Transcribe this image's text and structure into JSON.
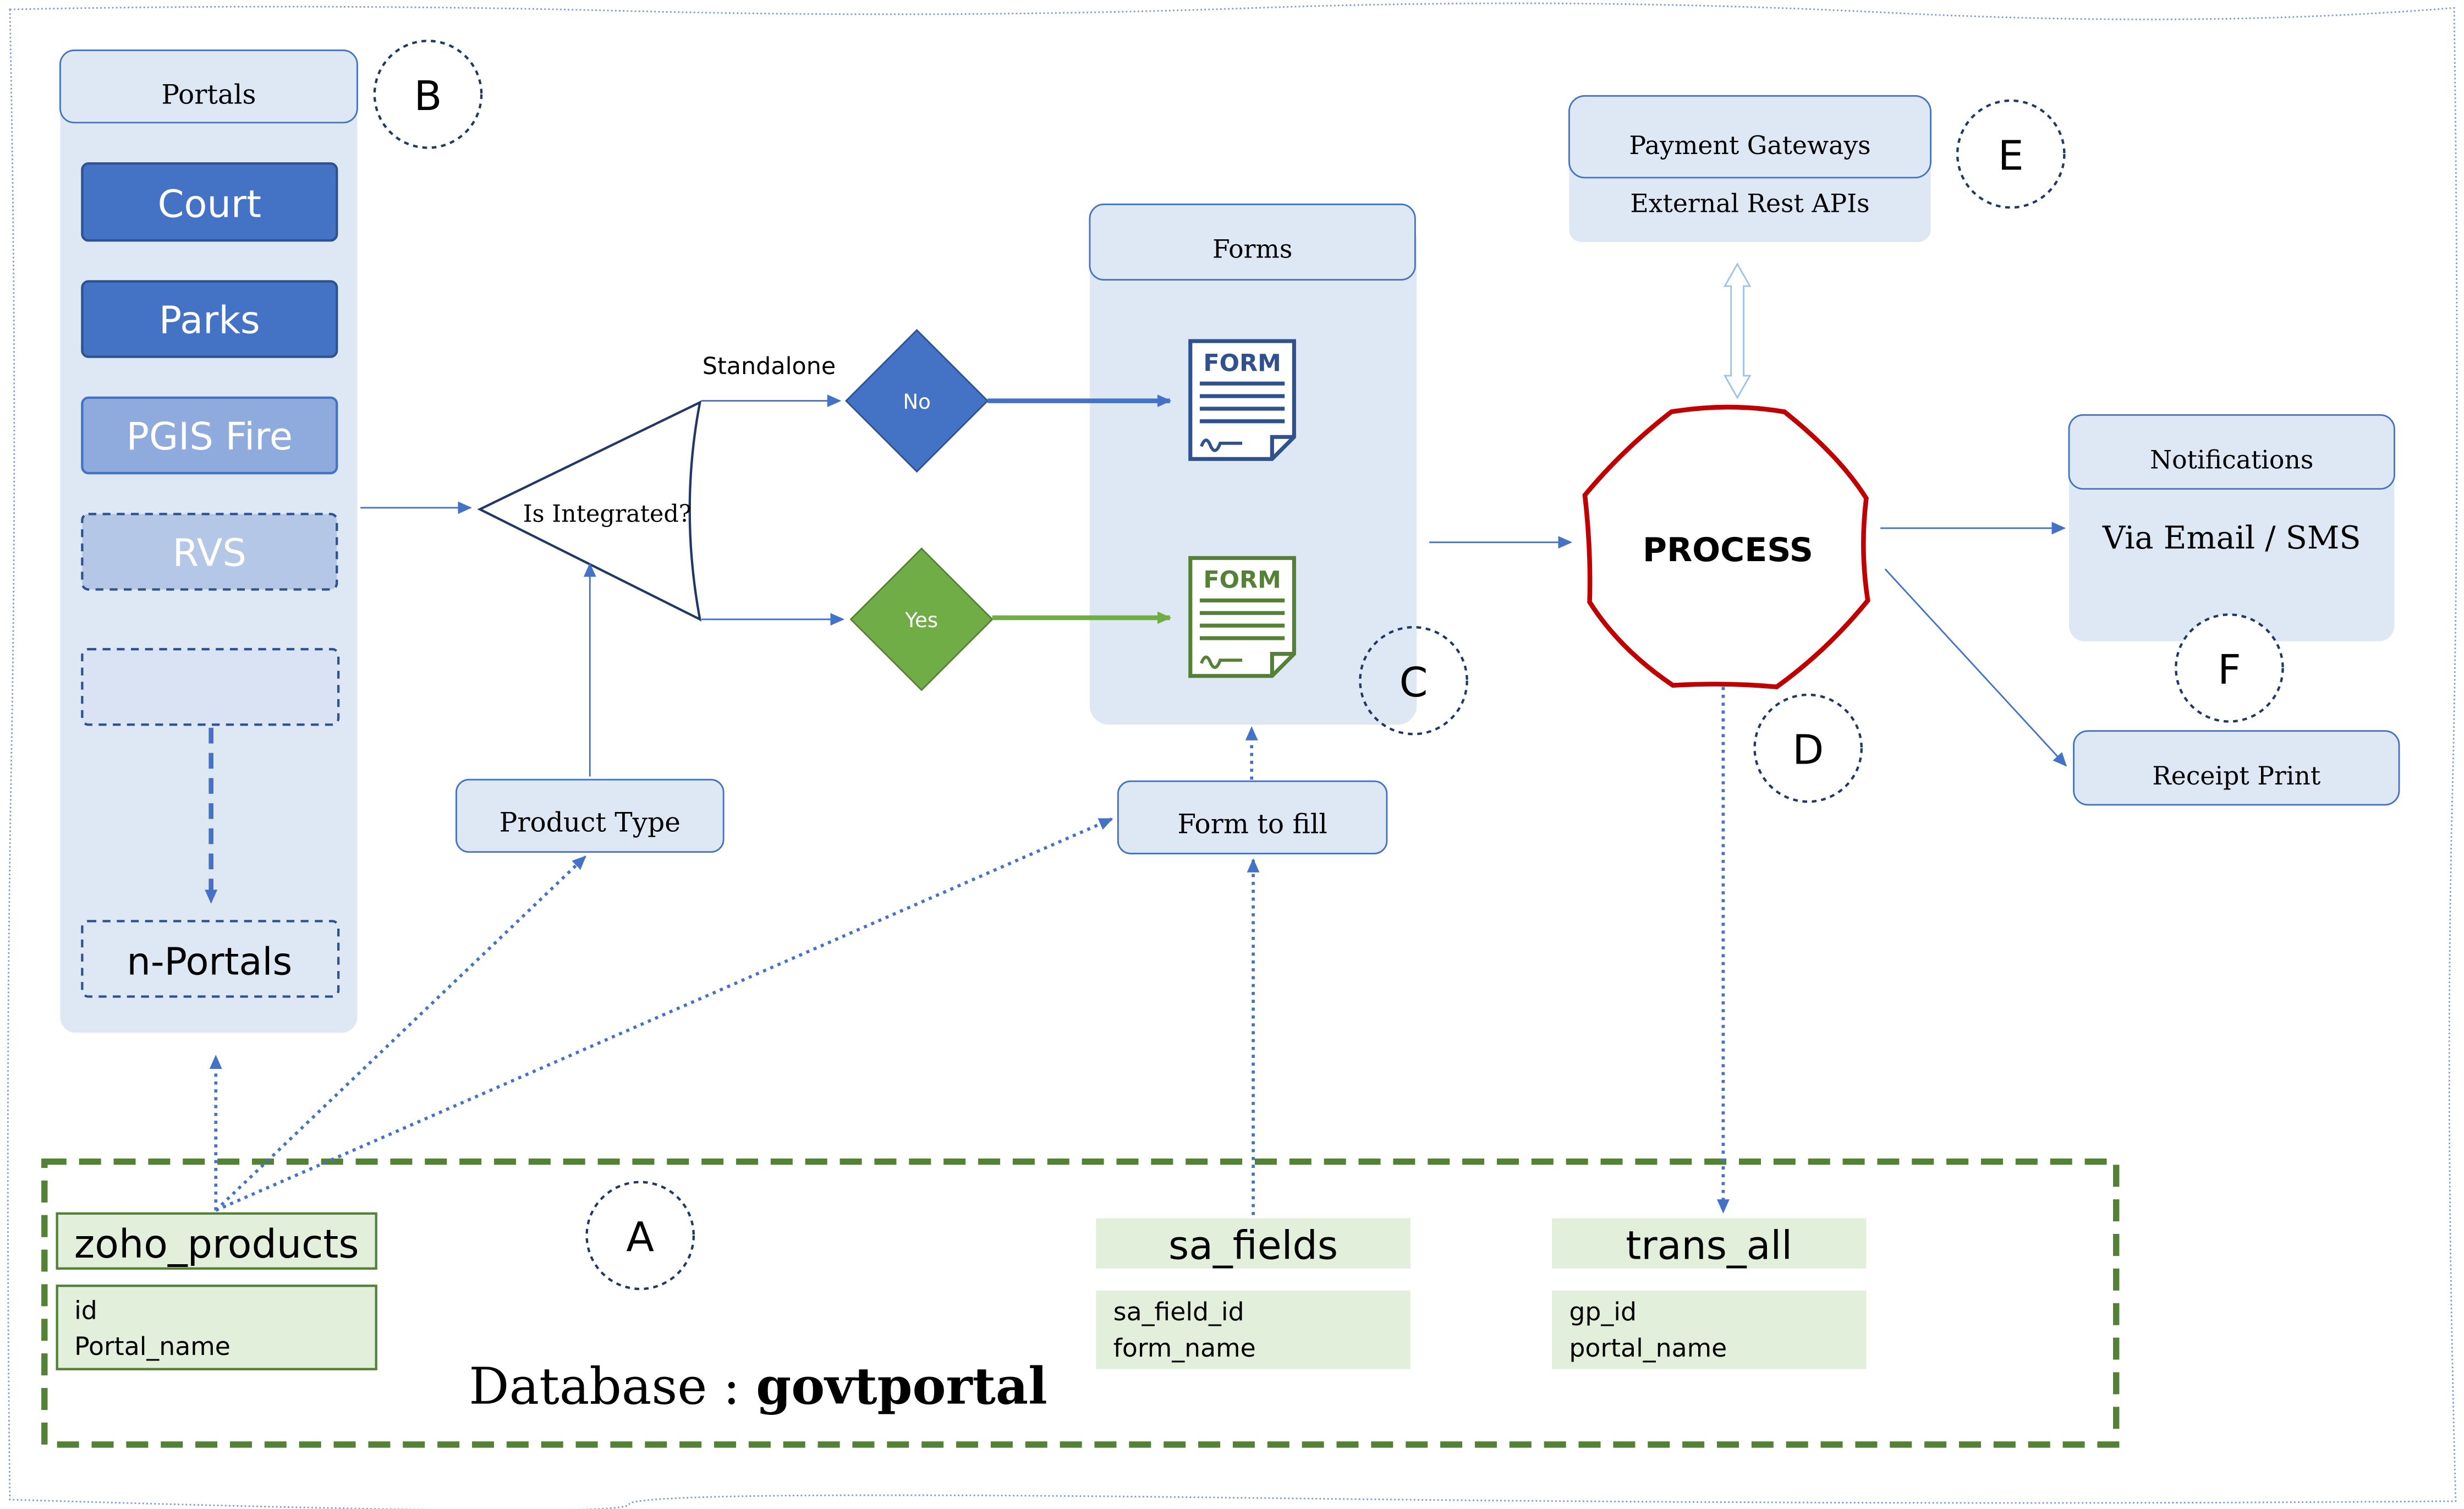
{
  "portals": {
    "header": "Portals",
    "items": [
      "Court",
      "Parks",
      "PGIS Fire",
      "RVS"
    ],
    "n_portals": "n-Portals"
  },
  "markers": {
    "a": "A",
    "b": "B",
    "c": "C",
    "d": "D",
    "e": "E",
    "f": "F"
  },
  "decision": {
    "question": "Is Integrated?",
    "standalone_label": "Standalone",
    "no_label": "No",
    "yes_label": "Yes"
  },
  "product_type": "Product Type",
  "form_to_fill": "Form to fill",
  "forms": {
    "header": "Forms",
    "icon_text": "FORM"
  },
  "process": "PROCESS",
  "payment": {
    "title": "Payment Gateways",
    "subtitle": "External Rest APIs"
  },
  "notifications": {
    "title": "Notifications",
    "subtitle": "Via Email / SMS"
  },
  "receipt": "Receipt Print",
  "database": {
    "label": "Database : ",
    "name": "govtportal",
    "tables": [
      {
        "name": "zoho_products",
        "fields": [
          "id",
          "Portal_name"
        ]
      },
      {
        "name": "sa_fields",
        "fields": [
          "sa_field_id",
          "form_name"
        ]
      },
      {
        "name": "trans_all",
        "fields": [
          "gp_id",
          "portal_name"
        ]
      }
    ]
  },
  "colors": {
    "panel": "#dde8f4",
    "primary": "#4472c4",
    "green": "#70ad47",
    "dark_green": "#538135",
    "process_border": "#c00000",
    "line": "#4472c4"
  }
}
